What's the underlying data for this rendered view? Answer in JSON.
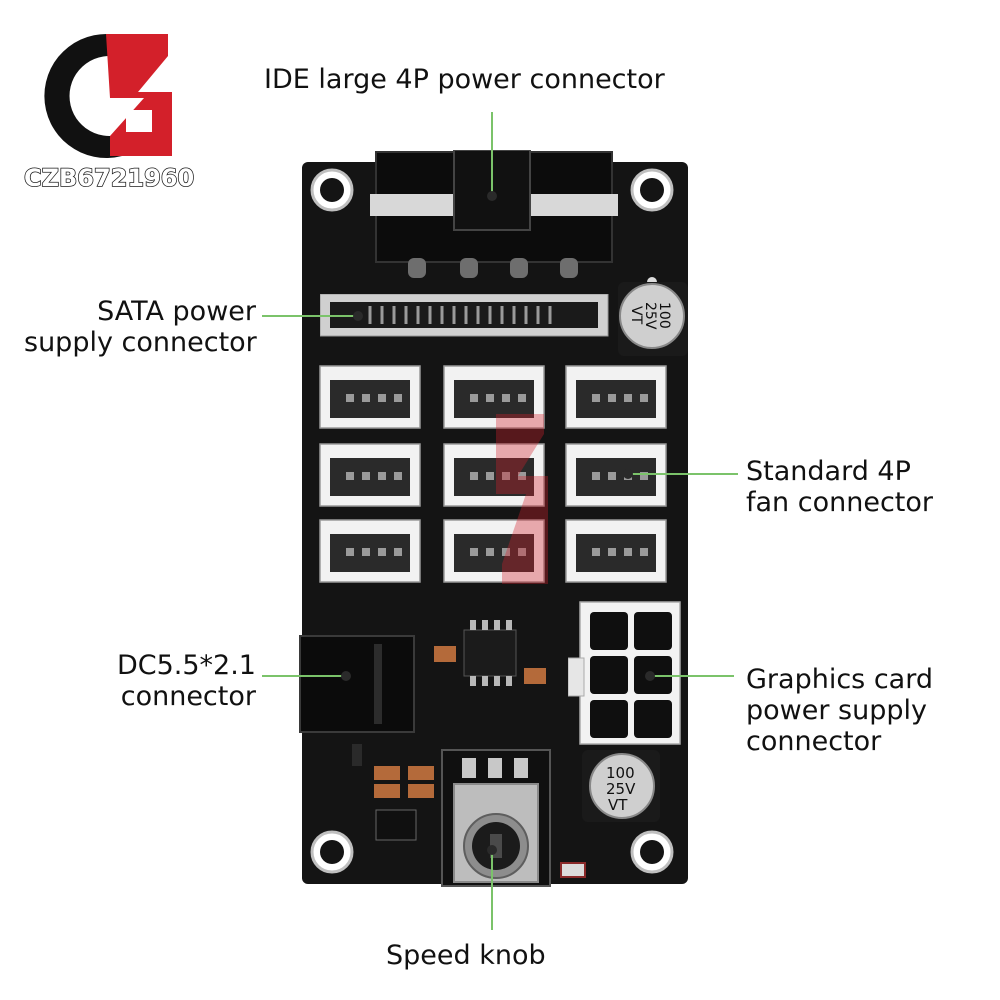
{
  "brand": {
    "watermark_text": "CZB6721960",
    "logo_colors": {
      "black": "#111111",
      "red": "#d3202a"
    }
  },
  "labels": {
    "ide": "IDE large 4P power connector",
    "sata_line1": "SATA power",
    "sata_line2": "supply connector",
    "fan_line1": "Standard 4P",
    "fan_line2": "fan connector",
    "dc_line1": "DC5.5*2.1",
    "dc_line2": "connector",
    "gpu_line1": "Graphics card",
    "gpu_line2": "power supply",
    "gpu_line3": "connector",
    "knob": "Speed knob"
  },
  "components": {
    "capacitor_top": {
      "line1": "100",
      "line2": "25V",
      "line3": "VT"
    },
    "capacitor_bottom": {
      "line1": "100",
      "line2": "25V",
      "line3": "VT"
    },
    "fan_connector_count": 9
  },
  "colors": {
    "pcb": "#111111",
    "leader_line": "#7bc36a",
    "leader_dot": "#2a2a2a",
    "connector_white": "#f2f2f2"
  }
}
